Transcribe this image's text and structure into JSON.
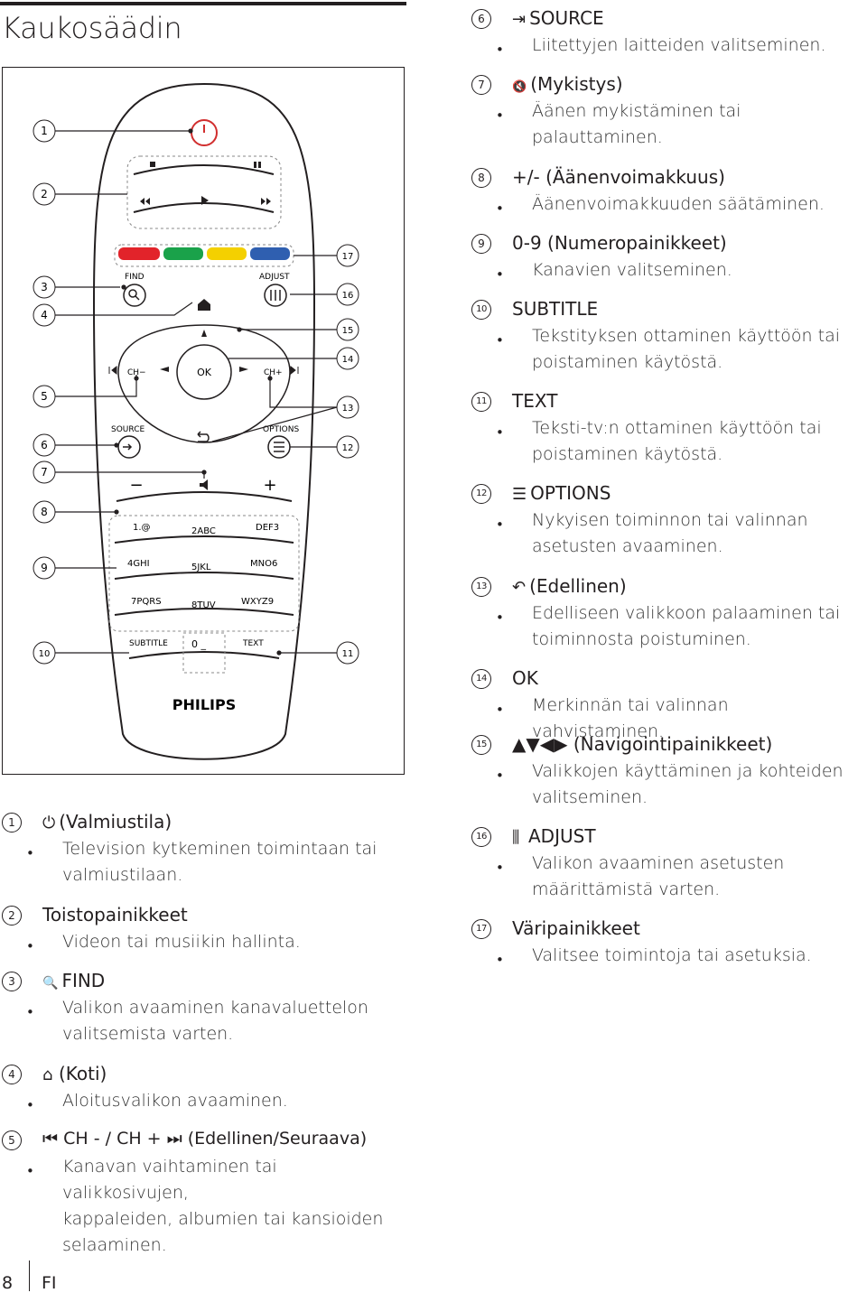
{
  "page": {
    "title": "Kaukosäädin",
    "page_number": "8",
    "language": "FI"
  },
  "remote": {
    "find": "FIND",
    "adjust": "ADJUST",
    "source": "SOURCE",
    "options": "OPTIONS",
    "ch_minus": "CH−",
    "ch_plus": "CH+",
    "ok": "OK",
    "subtitle": "SUBTITLE",
    "text": "TEXT",
    "brand": "PHILIPS",
    "minus": "−",
    "plus": "+",
    "keys": [
      "1.@",
      "2ABC",
      "DEF3",
      "4GHI",
      "5JKL",
      "MNO6",
      "7PQRS",
      "8TUV",
      "WXYZ9",
      "0 _"
    ],
    "color_keys": [
      "#e2232a",
      "#1aa24a",
      "#f4d000",
      "#2f5fb0"
    ],
    "callouts_left": [
      "1",
      "2",
      "3",
      "4",
      "5",
      "6",
      "7",
      "8",
      "9",
      "10"
    ],
    "callouts_right": [
      "17",
      "16",
      "15",
      "14",
      "13",
      "12",
      "11"
    ]
  },
  "items": [
    {
      "num": "1",
      "icon": "⏻",
      "title": "(Valmiustila)",
      "lines": [
        "Television kytkeminen toimintaan tai",
        "valmiustilaan."
      ]
    },
    {
      "num": "2",
      "icon": "",
      "title": "Toistopainikkeet",
      "lines": [
        "Videon tai musiikin hallinta."
      ]
    },
    {
      "num": "3",
      "icon": "🔍",
      "title": "FIND",
      "lines": [
        "Valikon avaaminen kanavaluettelon",
        "valitsemista varten."
      ]
    },
    {
      "num": "4",
      "icon": "⌂",
      "title": "(Koti)",
      "lines": [
        "Aloitusvalikon avaaminen."
      ]
    },
    {
      "num": "5",
      "icon": "",
      "title": "⏮ CH - / CH + ⏭ (Edellinen/Seuraava)",
      "lines": [
        "Kanavan vaihtaminen tai valikkosivujen,",
        "kappaleiden, albumien tai kansioiden",
        "selaaminen."
      ]
    },
    {
      "num": "6",
      "icon": "⇥",
      "title": "SOURCE",
      "lines": [
        "Liitettyjen laitteiden valitseminen."
      ]
    },
    {
      "num": "7",
      "icon": "🔇",
      "title": "(Mykistys)",
      "lines": [
        "Äänen mykistäminen tai",
        "palauttaminen."
      ]
    },
    {
      "num": "8",
      "icon": "",
      "title": "+/- (Äänenvoimakkuus)",
      "lines": [
        "Äänenvoimakkuuden säätäminen."
      ]
    },
    {
      "num": "9",
      "icon": "",
      "title": "0-9 (Numeropainikkeet)",
      "lines": [
        "Kanavien valitseminen."
      ]
    },
    {
      "num": "10",
      "icon": "",
      "title": "SUBTITLE",
      "lines": [
        "Tekstityksen ottaminen käyttöön tai",
        "poistaminen käytöstä."
      ]
    },
    {
      "num": "11",
      "icon": "",
      "title": "TEXT",
      "lines": [
        "Teksti-tv:n ottaminen käyttöön tai",
        "poistaminen käytöstä."
      ]
    },
    {
      "num": "12",
      "icon": "☰",
      "title": "OPTIONS",
      "lines": [
        "Nykyisen toiminnon tai valinnan",
        "asetusten avaaminen."
      ]
    },
    {
      "num": "13",
      "icon": "↶",
      "title": "(Edellinen)",
      "lines": [
        "Edelliseen valikkoon palaaminen tai",
        "toiminnosta poistuminen."
      ]
    },
    {
      "num": "14",
      "icon": "",
      "title": "OK",
      "lines": [
        "Merkinnän tai valinnan vahvistaminen."
      ]
    },
    {
      "num": "15",
      "icon": "",
      "title": "▲▼◀▶ (Navigointipainikkeet)",
      "lines": [
        "Valikkojen käyttäminen ja kohteiden",
        "valitseminen."
      ]
    },
    {
      "num": "16",
      "icon": "⫼",
      "title": "ADJUST",
      "lines": [
        "Valikon avaaminen asetusten",
        "määrittämistä varten."
      ]
    },
    {
      "num": "17",
      "icon": "",
      "title": "Väripainikkeet",
      "lines": [
        "Valitsee toimintoja tai asetuksia."
      ]
    }
  ]
}
